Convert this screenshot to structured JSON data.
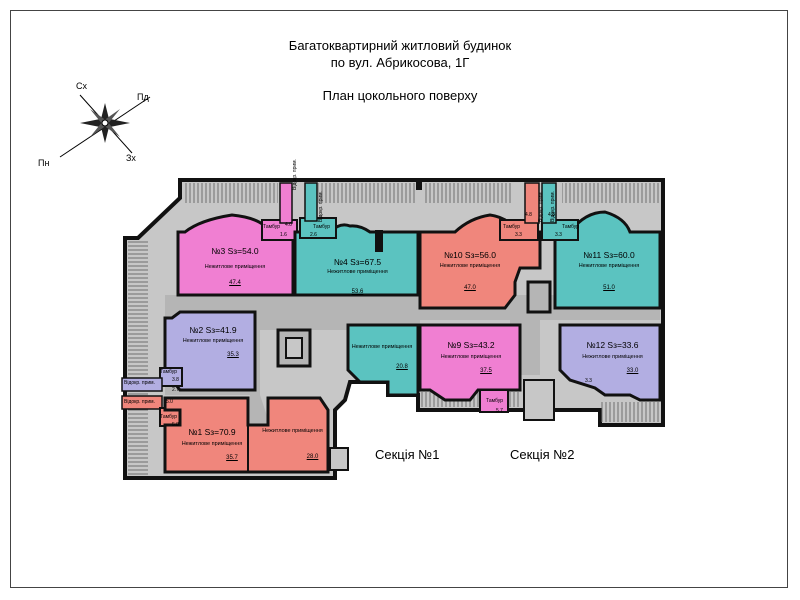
{
  "header": {
    "line1": "Багатоквартирний житловий будинок",
    "line2": "по вул. Абрикосова, 1Г",
    "plan": "План цокольного поверху"
  },
  "compass": {
    "ne": "Сх",
    "e": "Пд",
    "sw": "Пн",
    "se": "Зх"
  },
  "colors": {
    "pink": "#f07fd2",
    "teal": "#5bc3c0",
    "salmon": "#f0867c",
    "lavender": "#b2aee2",
    "grey": "#b5b5b5",
    "wall": "#1a1a1a"
  },
  "units": {
    "u3": {
      "title": "№3 Sз=54.0",
      "sub": "Нежитлове приміщення",
      "area": "47.4"
    },
    "u4": {
      "title": "№4 Sз=67.5",
      "sub": "Нежитлове приміщення",
      "area": "53.6"
    },
    "u10": {
      "title": "№10 Sз=56.0",
      "sub": "Нежитлове приміщення",
      "area": "47.0"
    },
    "u11": {
      "title": "№11 Sз=60.0",
      "sub": "Нежитлове приміщення",
      "area": "51.0"
    },
    "u2": {
      "title": "№2 Sз=41.9",
      "sub": "Нежитлове приміщення",
      "area": "35.3"
    },
    "u4b": {
      "sub": "Нежитлове приміщення",
      "area": "20.8"
    },
    "u9": {
      "title": "№9 Sз=43.2",
      "sub": "Нежитлове приміщення",
      "area": "37.5"
    },
    "u12": {
      "title": "№12 Sз=33.6",
      "sub": "Нежитлове приміщення",
      "area": "33.0"
    },
    "u1": {
      "title": "№1 Sз=70.9",
      "sub": "Нежитлове приміщення",
      "area": "35.7"
    },
    "u1b": {
      "sub": "Нежитлове приміщення",
      "area": "28.0"
    }
  },
  "small": {
    "tambur": "Тамбур",
    "vidokr": "Відокр. прим.",
    "v_top1": "Відокр. прим.",
    "v_top2": "Відокр. прим.",
    "v_top3": "Відокр. прим.",
    "v_top4": "Відокр. прим.",
    "a_40": "4.0",
    "a_26": "2.6",
    "a_16": "1.6",
    "a_58": "5.8",
    "a_33": "3.3",
    "a_48a": "4.8",
    "a_38": "3.8",
    "a_33b": "3.3",
    "a_27": "2.7",
    "a_48b": "4.8",
    "a_50": "5.0",
    "a_57": "5.7",
    "a_33c": "3.3"
  },
  "sections": {
    "s1": "Секція №1",
    "s2": "Секція №2"
  }
}
